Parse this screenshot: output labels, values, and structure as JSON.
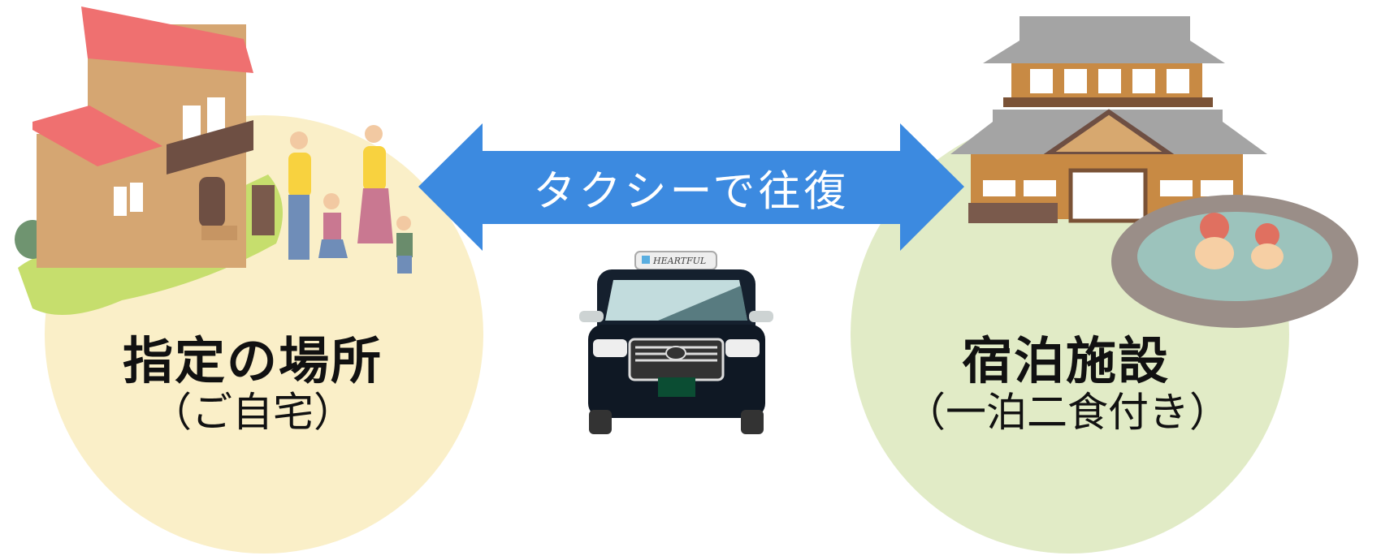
{
  "arrow": {
    "label": "タクシーで往復",
    "color": "#3c8ae0"
  },
  "origin": {
    "title": "指定の場所",
    "subtitle": "（ご自宅）",
    "circle_color": "#faefc8"
  },
  "destination": {
    "title": "宿泊施設",
    "subtitle": "（一泊二食付き）",
    "circle_color": "#e1ebc6"
  },
  "taxi": {
    "sign_text": "HEARTFUL"
  }
}
